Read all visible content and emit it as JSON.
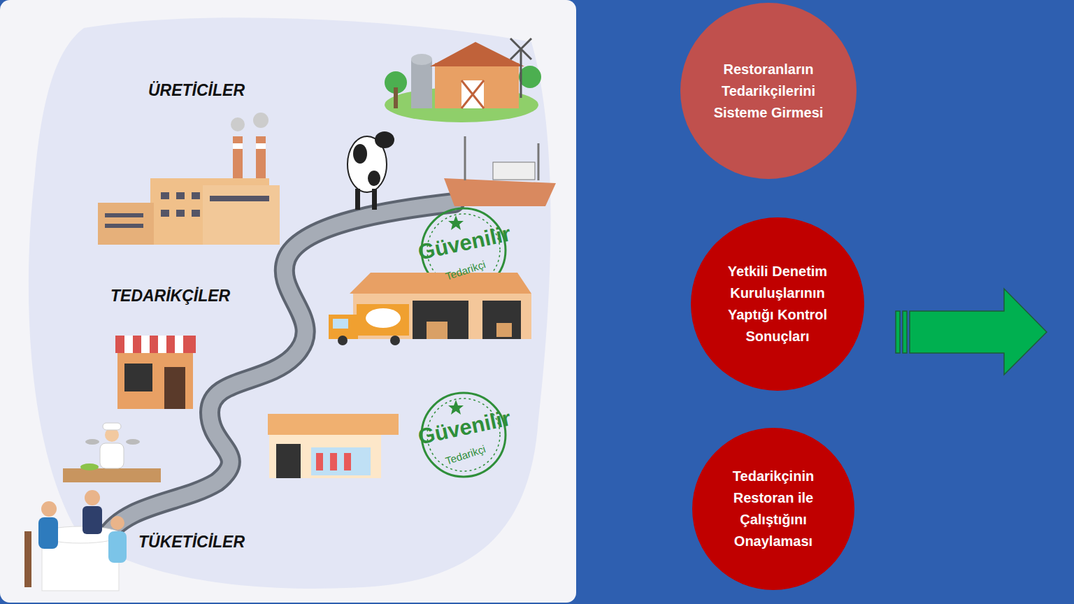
{
  "diagram": {
    "nodes": [
      {
        "text": [
          "Restoranların Tedarikçilerini Sisteme Girmesi"
        ]
      },
      {
        "text": [
          "Yetkili Denetim Kuruluşlarının Yaptığı Kontrol Sonuçları"
        ]
      },
      {
        "text": [
          "Tedarikçinin Restoran ile Çalıştığını Onaylaması"
        ]
      }
    ],
    "labels": [
      "ÜRETİCİLER",
      "TEDARİKÇİLER",
      "TÜKETİCİLER",
      "Güvenilir",
      "Tedarikçi",
      "Güvenilir",
      "Tedarikçi"
    ]
  }
}
